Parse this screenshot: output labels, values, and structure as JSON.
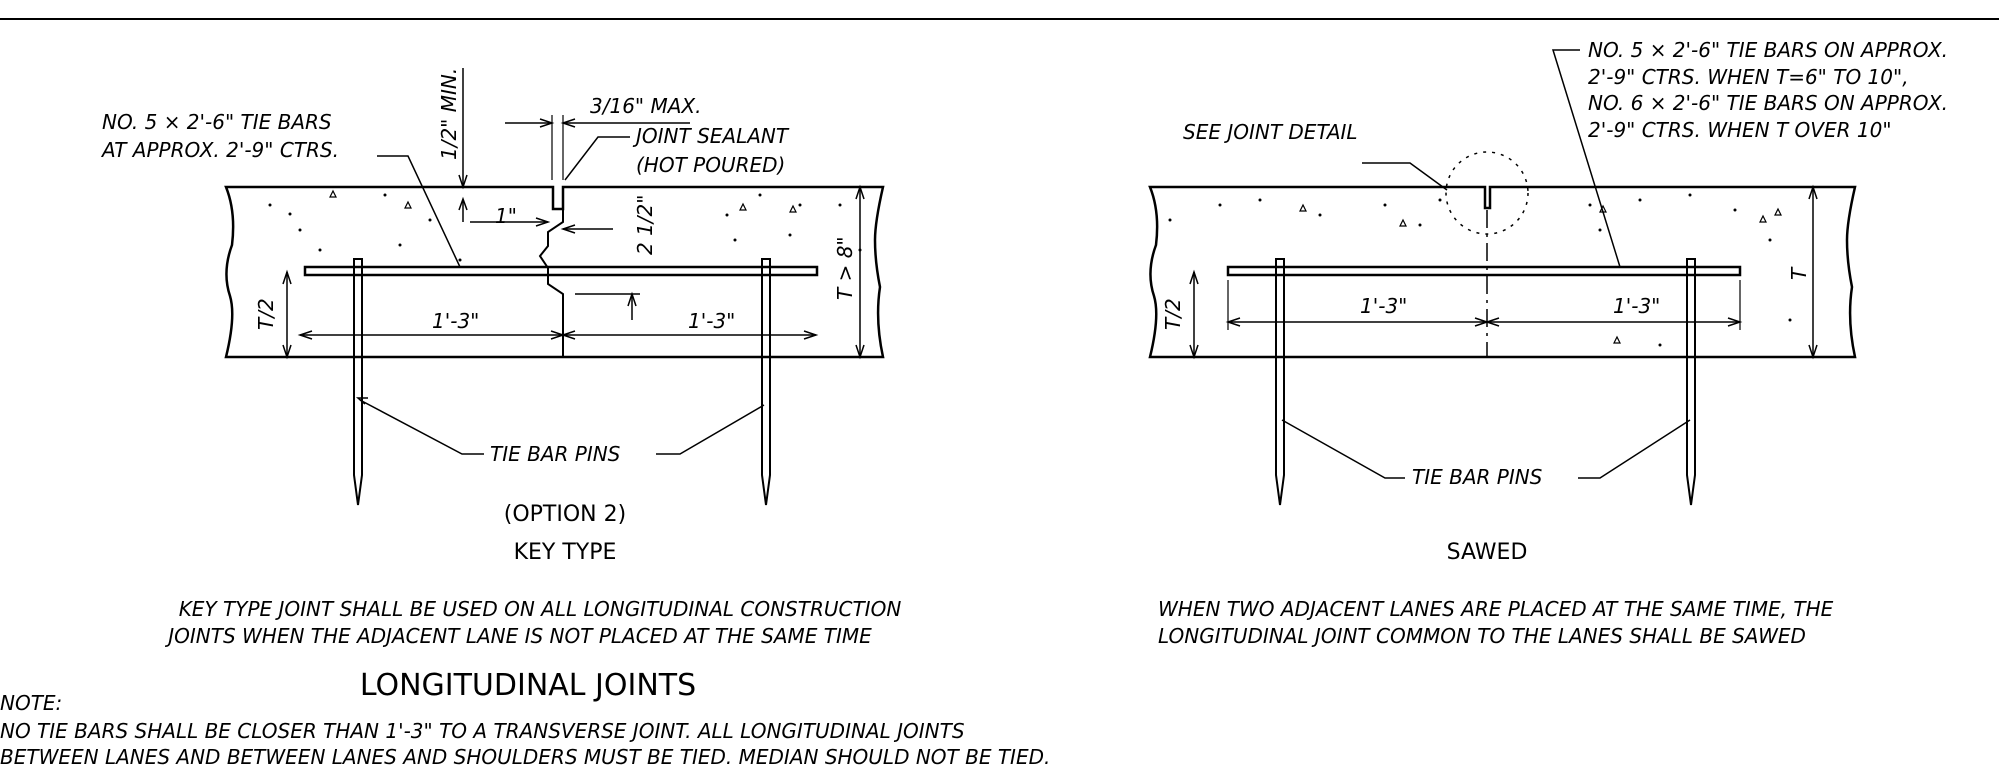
{
  "option2": {
    "tie_bar_note": [
      "NO. 5 × 2'-6\" TIE BARS",
      "AT APPROX. 2'-9\" CTRS."
    ],
    "min_dim": "1/2\" MIN.",
    "max_dim": "3/16\"  MAX.",
    "sealant": [
      "JOINT SEALANT",
      "(HOT POURED)"
    ],
    "dim_1in": "1\"",
    "dim_2half": "2 1/2\"",
    "dim_t_half": "T/2",
    "dim_left": "1'-3\"",
    "dim_right": "1'-3\"",
    "dim_t_gt8": "T > 8\"",
    "pins_label": "TIE BAR PINS",
    "option_label": "(OPTION 2)",
    "type_label": "KEY TYPE",
    "description": [
      "KEY TYPE JOINT SHALL BE USED ON ALL LONGITUDINAL CONSTRUCTION",
      "JOINTS WHEN THE ADJACENT LANE IS NOT PLACED AT THE SAME TIME"
    ]
  },
  "sawed": {
    "joint_detail": "SEE JOINT DETAIL",
    "tie_bar_note": [
      "NO. 5 × 2'-6\" TIE BARS ON APPROX.",
      "2'-9\" CTRS. WHEN T=6\" TO 10\",",
      "NO. 6 × 2'-6\" TIE BARS ON APPROX.",
      "2'-9\" CTRS. WHEN T OVER 10\""
    ],
    "dim_t_half": "T/2",
    "dim_left": "1'-3\"",
    "dim_right": "1'-3\"",
    "dim_t": "T",
    "pins_label": "TIE BAR PINS",
    "type_label": "SAWED",
    "description": [
      "WHEN TWO ADJACENT LANES ARE PLACED AT THE SAME TIME, THE",
      "LONGITUDINAL JOINT COMMON TO THE LANES SHALL BE SAWED"
    ]
  },
  "section_title": "LONGITUDINAL JOINTS",
  "note": {
    "label": "NOTE:",
    "lines": [
      "NO TIE BARS SHALL BE CLOSER THAN 1'-3\" TO A TRANSVERSE JOINT.  ALL LONGITUDINAL JOINTS",
      "BETWEEN LANES AND BETWEEN LANES AND SHOULDERS MUST BE TIED.  MEDIAN SHOULD NOT BE TIED."
    ]
  }
}
